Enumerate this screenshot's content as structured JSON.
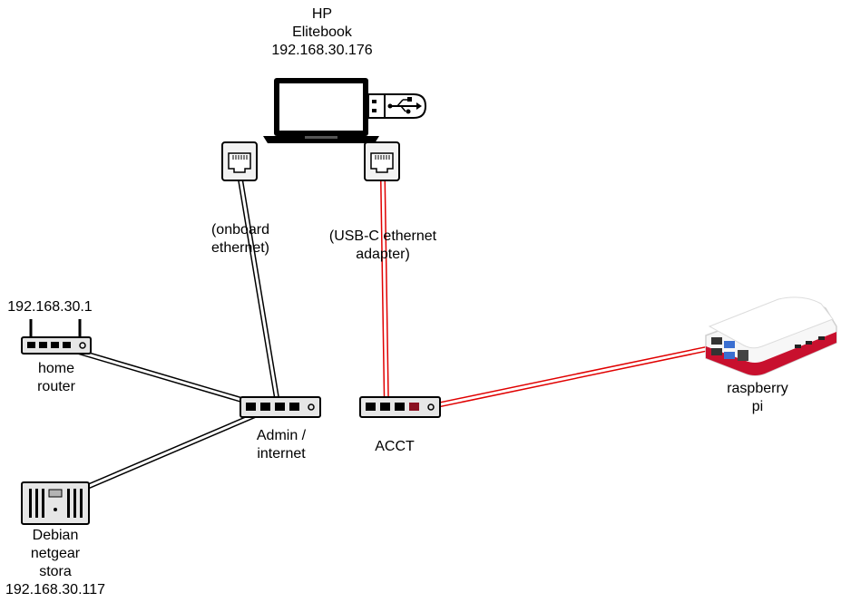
{
  "laptop": {
    "line1": "HP",
    "line2": "Elitebook",
    "line3": "192.168.30.176"
  },
  "onboard_label": {
    "line1": "(onboard",
    "line2": "ethernet)"
  },
  "usbc_label": {
    "line1": "(USB-C ethernet",
    "line2": "adapter)"
  },
  "router": {
    "ip": "192.168.30.1",
    "line1": "home",
    "line2": "router"
  },
  "admin_switch": {
    "line1": "Admin /",
    "line2": "internet"
  },
  "acct_switch": {
    "label": "ACCT"
  },
  "raspberry": {
    "line1": "raspberry",
    "line2": "pi"
  },
  "nas": {
    "line1": "Debian",
    "line2": "netgear",
    "line3": "stora",
    "line4": "192.168.30.117"
  },
  "colors": {
    "cable_black": "#000000",
    "cable_red": "#e00000",
    "device_gray": "#e6e6e6",
    "pi_red": "#c8102e"
  }
}
